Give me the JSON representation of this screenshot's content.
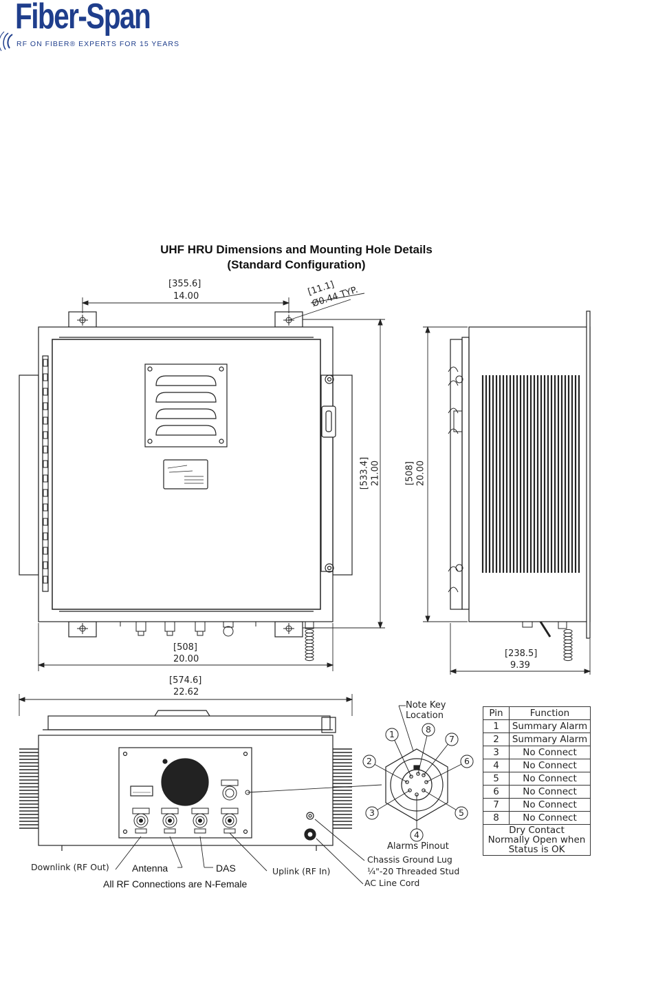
{
  "logo": {
    "wordmark": "Fiber-Span",
    "tagline": "RF ON FIBER® EXPERTS FOR 15 YEARS"
  },
  "title": {
    "line1": "UHF HRU Dimensions and Mounting Hole Details",
    "line2": "(Standard Configuration)"
  },
  "dimensions": {
    "hole_spacing_mm": "[355.6]",
    "hole_spacing_in": "14.00",
    "hole_dia_mm": "[11.1]",
    "hole_dia_in": "Ø0.44 TYP.",
    "height_mm": "[533.4]",
    "height_in": "21.00",
    "body_height_mm": "[508]",
    "body_height_in": "20.00",
    "width_mm": "[508]",
    "width_in": "20.00",
    "depth_mm": "[238.5]",
    "depth_in": "9.39",
    "overall_mm": "[574.6]",
    "overall_in": "22.62"
  },
  "connector": {
    "note_key": "Note Key",
    "note_key2": "Location",
    "pins": [
      "1",
      "2",
      "3",
      "4",
      "5",
      "6",
      "7",
      "8"
    ],
    "caption": "Alarms Pinout"
  },
  "labels": {
    "downlink": "Downlink (RF Out)",
    "antenna": "Antenna",
    "das": "DAS",
    "uplink": "Uplink (RF In)",
    "rf_note": "All RF Connections are N-Female",
    "ground1": "Chassis Ground Lug",
    "ground2": "¼\"-20 Threaded Stud",
    "ac": "AC Line Cord"
  },
  "pin_table": {
    "headers": [
      "Pin",
      "Function"
    ],
    "rows": [
      [
        "1",
        "Summary Alarm"
      ],
      [
        "2",
        "Summary Alarm"
      ],
      [
        "3",
        "No Connect"
      ],
      [
        "4",
        "No Connect"
      ],
      [
        "5",
        "No Connect"
      ],
      [
        "6",
        "No Connect"
      ],
      [
        "7",
        "No Connect"
      ],
      [
        "8",
        "No Connect"
      ]
    ],
    "note1": "Dry Contact",
    "note2": "Normally Open when",
    "note3": "Status is OK"
  }
}
